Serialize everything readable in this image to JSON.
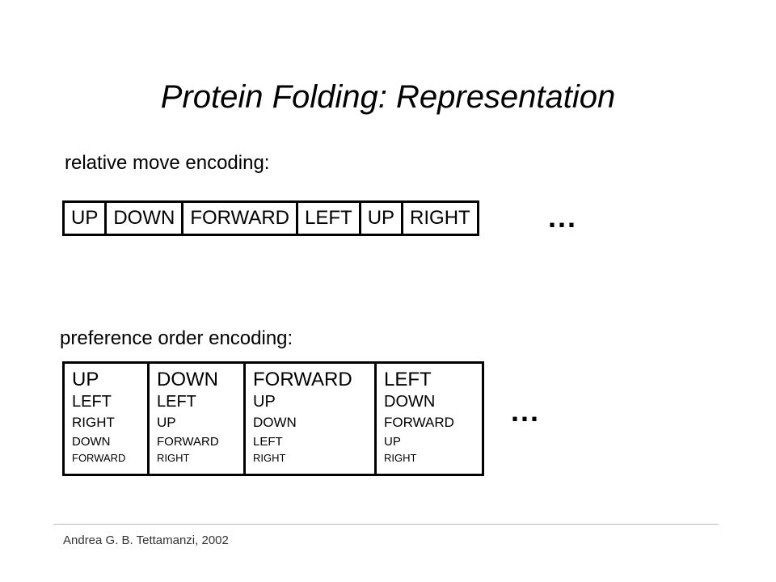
{
  "slide": {
    "title": "Protein Folding: Representation",
    "relative_label": "relative move encoding:",
    "relative_moves": [
      "UP",
      "DOWN",
      "FORWARD",
      "LEFT",
      "UP",
      "RIGHT"
    ],
    "ellipsis": "...",
    "preference_label": "preference order encoding:",
    "preference_columns": [
      [
        "UP",
        "LEFT",
        "RIGHT",
        "DOWN",
        "FORWARD"
      ],
      [
        "DOWN",
        "LEFT",
        "UP",
        "FORWARD",
        "RIGHT"
      ],
      [
        "FORWARD",
        "UP",
        "DOWN",
        "LEFT",
        "RIGHT"
      ],
      [
        "LEFT",
        "DOWN",
        "FORWARD",
        "UP",
        "RIGHT"
      ]
    ],
    "footer": "Andrea G. B. Tettamanzi, 2002"
  }
}
